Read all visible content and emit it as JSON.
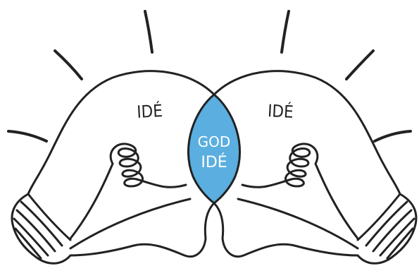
{
  "illustration": {
    "left_bulb_label": "IDÉ",
    "right_bulb_label": "IDÉ",
    "overlap_label_line1": "GOD",
    "overlap_label_line2": "IDÉ",
    "icon": "two-light-bulbs-overlap-icon"
  },
  "colors": {
    "ink": "#222222",
    "overlap_fill": "#5aaee0",
    "overlap_text": "#ffffff",
    "background": "#ffffff"
  }
}
